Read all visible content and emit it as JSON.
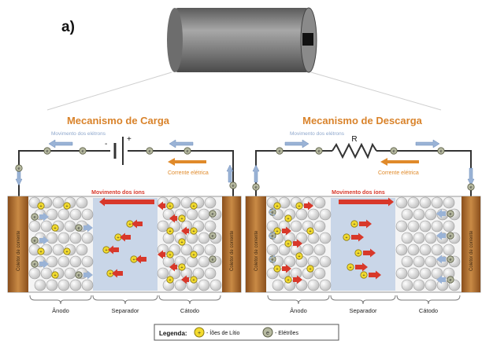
{
  "figure": {
    "panel_label": "a)",
    "charge_title": "Mecanismo de Carga",
    "discharge_title": "Mecanismo de Descarga",
    "charge_electron_flow": "Movimento dos elétrons",
    "discharge_electron_flow": "Movimento dos elétrons",
    "charge_current": "Corrente elétrica",
    "discharge_current": "Corrente elétrica",
    "charge_ion_flow": "Movimento dos íons",
    "discharge_ion_flow": "Movimento dos íons",
    "resistor_label": "R",
    "plus_sign": "+",
    "minus_sign": "-",
    "electron_symbol": "e",
    "ion_symbol": "+",
    "anode_collector": "Coletor de corrente",
    "cathode_collector": "Coletor de corrente",
    "regions": [
      "Ânodo",
      "Separador",
      "Cátodo"
    ],
    "legend": {
      "title": "Legenda:",
      "ion_label": "- Íões de Lítio",
      "electron_label": "- Elétrões"
    }
  },
  "colors": {
    "title": "#d9832b",
    "ion_arrow": "#d8382a",
    "electron_arrow": "#9ab3d6",
    "current_arrow": "#e08a2a",
    "separator": "#c9d6e8",
    "collector": "#b8742e",
    "ion_fill": "#f3db2e",
    "electron_fill": "#b6b9a0",
    "wire": "#333333"
  }
}
